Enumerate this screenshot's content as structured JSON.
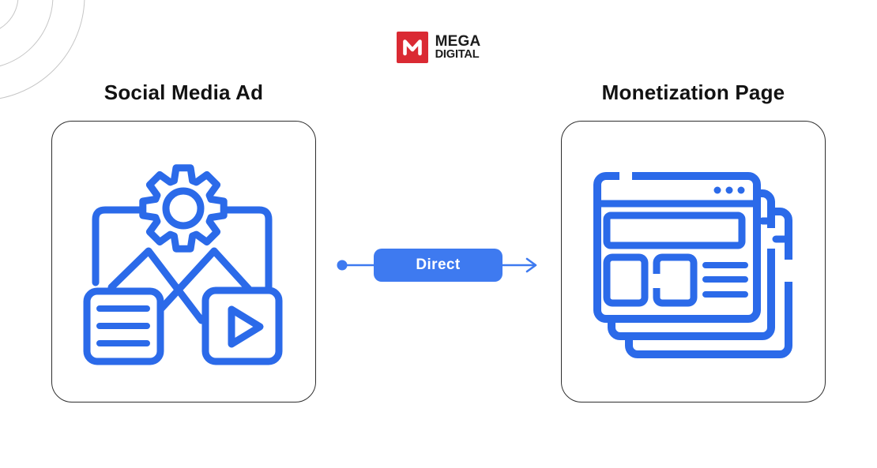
{
  "logo": {
    "mark_letter": "M",
    "brand_line1": "MEGA",
    "brand_line2": "DIGITAL"
  },
  "nodes": {
    "left": {
      "title": "Social Media Ad",
      "icon": "social-media-ad-icon"
    },
    "right": {
      "title": "Monetization Page",
      "icon": "stacked-browser-windows-icon"
    }
  },
  "connector": {
    "label": "Direct",
    "style": "dot-line-arrow"
  },
  "icons": {
    "logo_mark": "megadigital-m-icon",
    "left_node_parts": [
      "gear-icon",
      "picture-frame",
      "mountains",
      "text-card",
      "video-play-card"
    ],
    "right_node_parts": [
      "browser-window-front",
      "browser-window-middle",
      "browser-window-back",
      "window-dots",
      "banner",
      "content-blocks",
      "text-lines"
    ]
  },
  "colors": {
    "background": "#ffffff",
    "icon_blue": "#2b6ae9",
    "connector_blue": "#3e7af0",
    "logo_red": "#da2a33",
    "box_border": "#2e2e2e",
    "arc_gray": "#c6c6c6",
    "text_dark": "#121212"
  }
}
